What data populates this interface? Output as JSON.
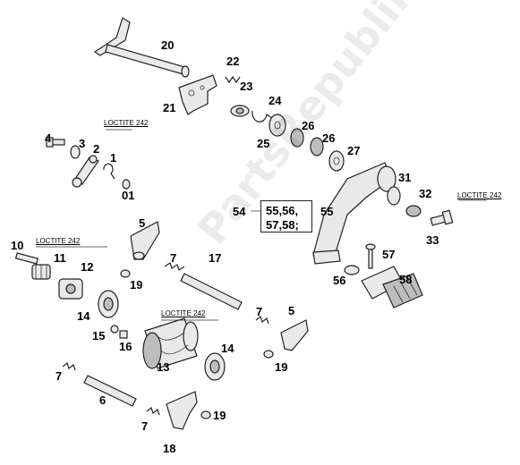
{
  "watermark": "PartsRepublik",
  "loctite_label": "LOCTITE 242",
  "group": {
    "label": "54",
    "line1": "55,56,",
    "line2": "57,58;"
  },
  "labels": {
    "p20": "20",
    "p22": "22",
    "p23": "23",
    "p24": "24",
    "p21": "21",
    "p26a": "26",
    "p26b": "26",
    "p25": "25",
    "p27": "27",
    "p4": "4",
    "p3": "3",
    "p2": "2",
    "p1": "1",
    "p01": "01",
    "p31": "31",
    "p32": "32",
    "p33": "33",
    "p55": "55",
    "p5a": "5",
    "p10": "10",
    "p11": "11",
    "p12": "12",
    "p7a": "7",
    "p17": "17",
    "p19a": "19",
    "p57": "57",
    "p58": "58",
    "p56": "56",
    "p14a": "14",
    "p15": "15",
    "p16": "16",
    "p13": "13",
    "p14b": "14",
    "p7b": "7",
    "p5b": "5",
    "p19b": "19",
    "p7c": "7",
    "p6": "6",
    "p7d": "7",
    "p19c": "19",
    "p18": "18"
  }
}
